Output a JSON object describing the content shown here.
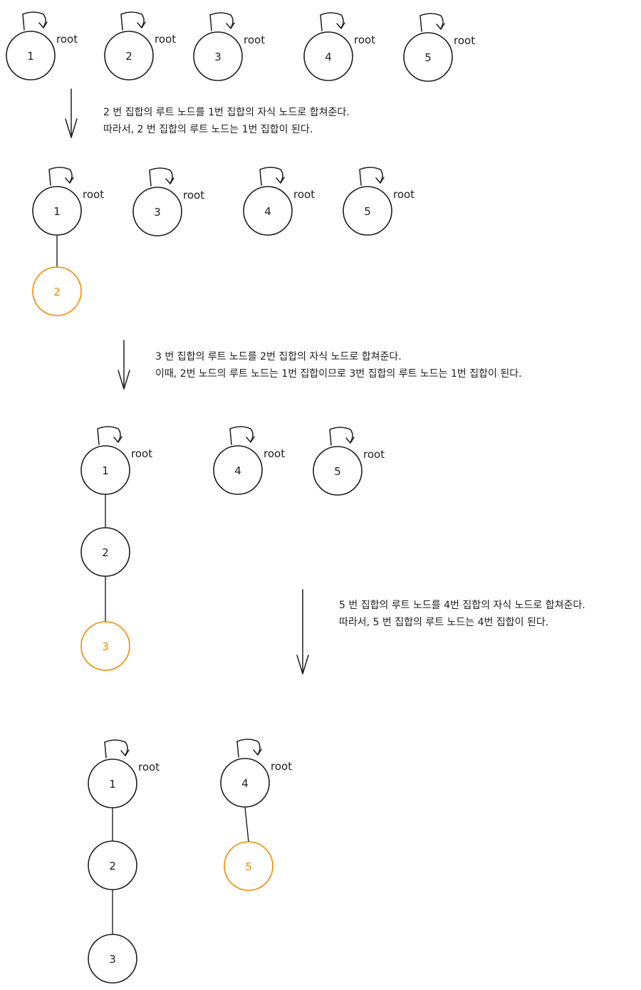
{
  "root_label": "root",
  "colors": {
    "ink": "#1e1e1e",
    "highlight": "#f08c00"
  },
  "stages": [
    {
      "nodes": [
        {
          "label": "1",
          "root": true,
          "highlight": false
        },
        {
          "label": "2",
          "root": true,
          "highlight": false
        },
        {
          "label": "3",
          "root": true,
          "highlight": false
        },
        {
          "label": "4",
          "root": true,
          "highlight": false
        },
        {
          "label": "5",
          "root": true,
          "highlight": false
        }
      ]
    },
    {
      "nodes": [
        {
          "label": "1",
          "root": true,
          "highlight": false
        },
        {
          "label": "3",
          "root": true,
          "highlight": false
        },
        {
          "label": "4",
          "root": true,
          "highlight": false
        },
        {
          "label": "5",
          "root": true,
          "highlight": false
        },
        {
          "label": "2",
          "root": false,
          "highlight": true,
          "parent": 0
        }
      ]
    },
    {
      "nodes": [
        {
          "label": "1",
          "root": true,
          "highlight": false
        },
        {
          "label": "4",
          "root": true,
          "highlight": false
        },
        {
          "label": "5",
          "root": true,
          "highlight": false
        },
        {
          "label": "2",
          "root": false,
          "highlight": false,
          "parent": 0
        },
        {
          "label": "3",
          "root": false,
          "highlight": true,
          "parent": 3
        }
      ]
    },
    {
      "nodes": [
        {
          "label": "1",
          "root": true,
          "highlight": false
        },
        {
          "label": "4",
          "root": true,
          "highlight": false
        },
        {
          "label": "2",
          "root": false,
          "highlight": false,
          "parent": 0
        },
        {
          "label": "3",
          "root": false,
          "highlight": false,
          "parent": 2
        },
        {
          "label": "5",
          "root": false,
          "highlight": true,
          "parent": 1
        }
      ]
    }
  ],
  "steps": [
    {
      "line1": "2 번 집합의 루트 노드를 1번 집합의 자식 노드로 합쳐준다.",
      "line2": "따라서, 2 번 집합의 루트 노드는 1번 집합이 된다."
    },
    {
      "line1": "3 번 집합의 루트 노드를 2번 집합의 자식 노드로 합쳐준다.",
      "line2": "이때, 2번 노드의 루트 노드는 1번 집합이므로 3번 집합의 루트 노드는 1번 집합이 된다."
    },
    {
      "line1": "5 번 집합의 루트 노드를 4번 집합의 자식 노드로 합쳐준다.",
      "line2": "따라서, 5 번 집합의 루트 노드는 4번 집합이 된다."
    }
  ]
}
